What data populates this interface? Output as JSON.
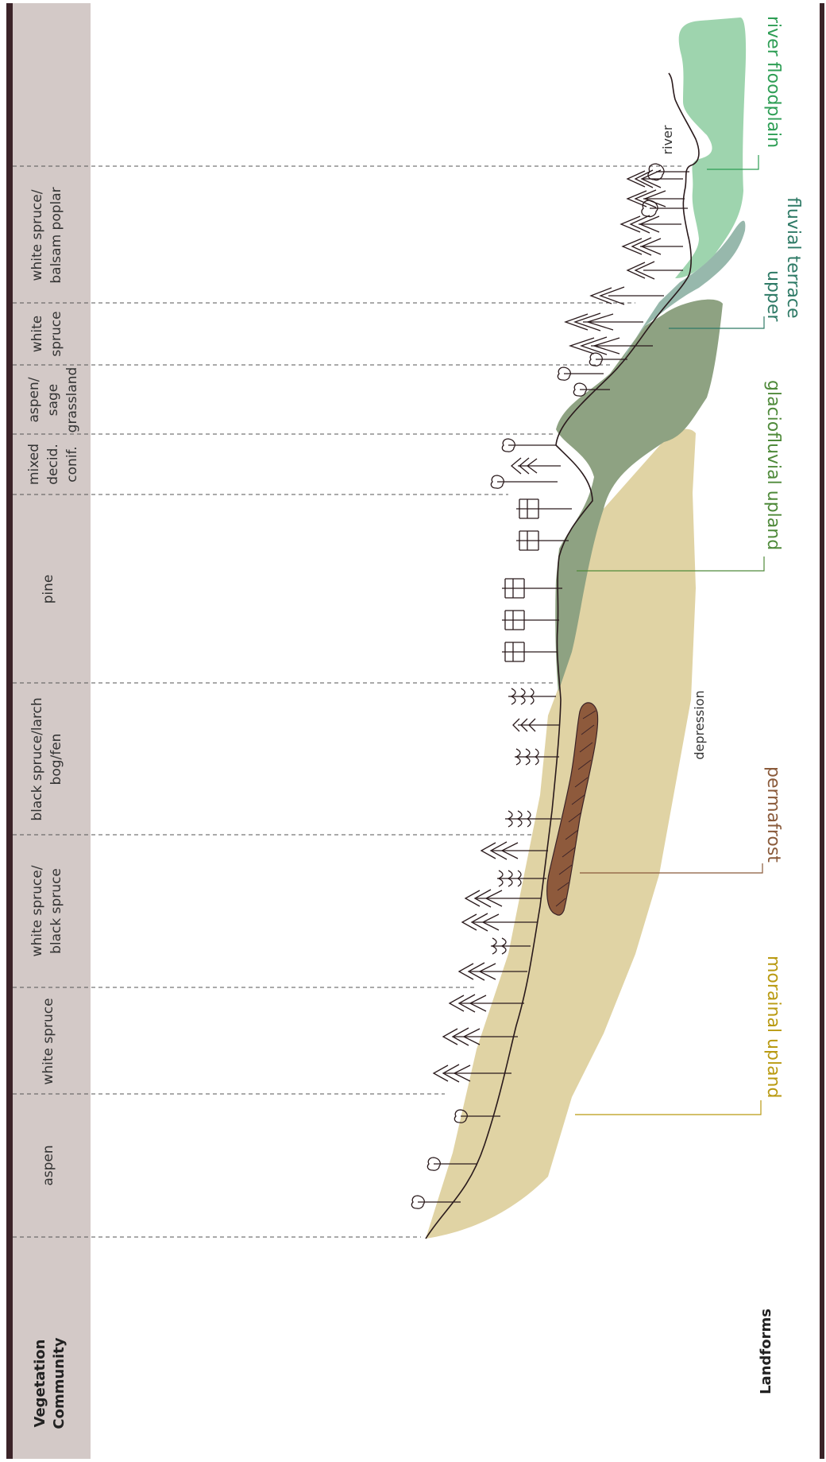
{
  "header": {
    "vegetation_line1": "Vegetation",
    "vegetation_line2": "Community",
    "landforms": "Landforms"
  },
  "vegetation_communities": [
    {
      "lines": [
        "white spruce/",
        "balsam poplar"
      ]
    },
    {
      "lines": [
        "white",
        "spruce"
      ]
    },
    {
      "lines": [
        "aspen/",
        "sage",
        "grassland"
      ]
    },
    {
      "lines": [
        "mixed",
        "decid.",
        "conif."
      ]
    },
    {
      "lines": [
        "pine"
      ]
    },
    {
      "lines": [
        "black spruce/larch",
        "bog/fen"
      ]
    },
    {
      "lines": [
        "white spruce/",
        "black spruce"
      ]
    },
    {
      "lines": [
        "white spruce"
      ]
    },
    {
      "lines": [
        "aspen"
      ]
    }
  ],
  "landforms": {
    "river_floodplain": "river floodplain",
    "upper_fluvial_terrace_line1": "upper",
    "upper_fluvial_terrace_line2": "fluvial terrace",
    "glaciofluvial_upland": "glaciofluvial upland",
    "permafrost": "permafrost",
    "morainal_upland": "morainal upland"
  },
  "annotations": {
    "river": "river",
    "depression": "depression"
  },
  "colors": {
    "sidebar": "#d3c9c7",
    "border": "#3b2328",
    "floodplain": "#9ed4ae",
    "floodplain_label": "#2e9e55",
    "terrace": "#97b8ac",
    "terrace_label": "#2e7a66",
    "glaciofluvial": "#8ea282",
    "glaciofluvial_label": "#4f8a3a",
    "morainal": "#e0d3a4",
    "morainal_label": "#b99a12",
    "permafrost": "#8e5a3c",
    "permafrost_label": "#8a5a3a"
  }
}
